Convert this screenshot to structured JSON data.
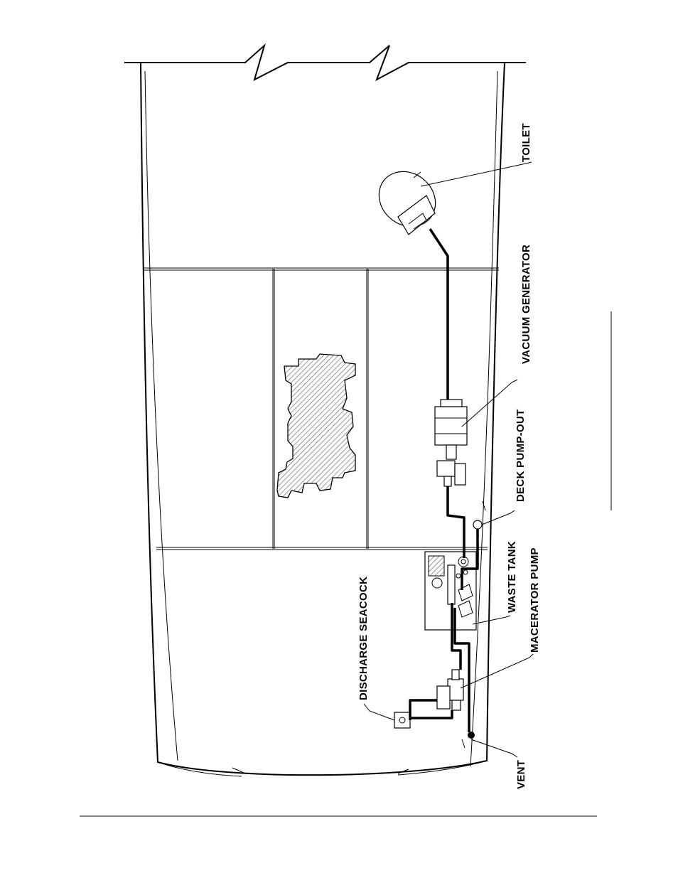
{
  "labels": {
    "toilet": "TOILET",
    "vacuum_generator": "VACUUM GENERATOR",
    "deck_pump_out": "DECK PUMP-OUT",
    "waste_tank": "WASTE TANK",
    "macerator_pump": "MACERATOR PUMP",
    "discharge_seacock": "DISCHARGE SEACOCK",
    "vent": "VENT"
  },
  "colors": {
    "line": "#000000",
    "background": "#ffffff",
    "hatch": "#555555"
  }
}
